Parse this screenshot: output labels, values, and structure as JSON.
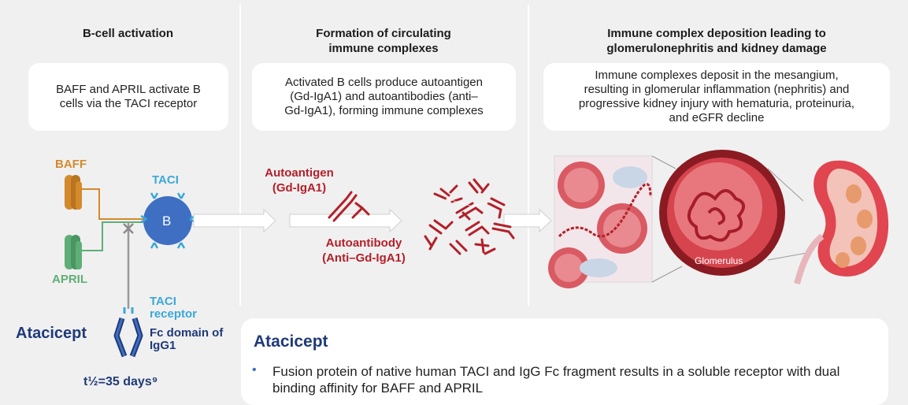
{
  "columns": [
    {
      "title": "B-cell activation",
      "box": "BAFF and APRIL activate B cells via the TACI receptor"
    },
    {
      "title": "Formation of circulating immune complexes",
      "box": "Activated B cells produce autoantigen (Gd-IgA1) and autoantibodies (anti–Gd-IgA1), forming immune complexes"
    },
    {
      "title": "Immune complex deposition leading to glomerulonephritis and kidney damage",
      "box": "Immune complexes deposit in the mesangium, resulting in glomerular inflammation (nephritis) and progressive kidney injury with hematuria, proteinuria, and eGFR decline"
    }
  ],
  "col1": {
    "baff": "BAFF",
    "april": "APRIL",
    "taci": "TACI",
    "bcell": "B",
    "taci_receptor": "TACI receptor",
    "fc_domain": "Fc domain of IgG1",
    "drug": "Atacicept",
    "half_life": "t½=35 days⁹"
  },
  "col2": {
    "autoantigen": "Autoantigen (Gd-IgA1)",
    "autoantibody": "Autoantibody (Anti–Gd-IgA1)"
  },
  "col3": {
    "glomerulus": "Glomerulus"
  },
  "bottom": {
    "title": "Atacicept",
    "bullet": "Fusion protein of native human TACI and IgG Fc fragment results in a soluble receptor with dual binding affinity for BAFF and APRIL"
  },
  "colors": {
    "orange": "#d4892c",
    "green": "#5fae78",
    "blue": "#3e6fc2",
    "cyan": "#3aa8d8",
    "red": "#b3202a",
    "navy": "#1f3a78",
    "kidney": "#c9222c"
  }
}
